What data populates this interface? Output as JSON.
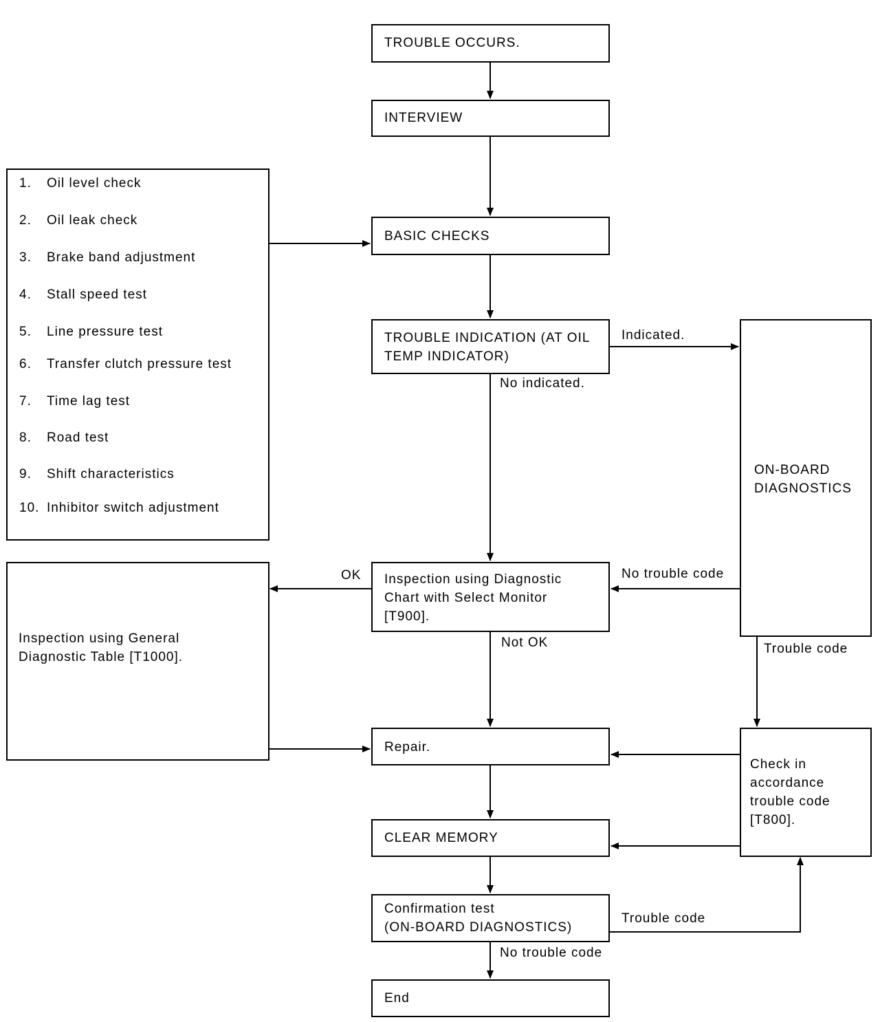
{
  "nodes": {
    "trouble_occurs": "TROUBLE OCCURS.",
    "interview": "INTERVIEW",
    "basic_checks": "BASIC CHECKS",
    "trouble_indication": "TROUBLE INDICATION (AT OIL\nTEMP INDICATOR)",
    "on_board_diagnostics": "ON-BOARD\nDIAGNOSTICS",
    "inspection_diagnostic_chart": "Inspection using Diagnostic\nChart with Select Monitor\n[T900].",
    "inspection_general_table": "Inspection using General\nDiagnostic Table [T1000].",
    "repair": "Repair.",
    "check_trouble_code": "Check in\naccordance\ntrouble code\n[T800].",
    "clear_memory": "CLEAR MEMORY",
    "confirmation_test": "Confirmation test\n(ON-BOARD DIAGNOSTICS)",
    "end": "End"
  },
  "basic_checks_list": [
    {
      "num": "1.",
      "text": "Oil level check"
    },
    {
      "num": "2.",
      "text": "Oil leak check"
    },
    {
      "num": "3.",
      "text": "Brake band adjustment"
    },
    {
      "num": "4.",
      "text": "Stall speed test"
    },
    {
      "num": "5.",
      "text": "Line pressure test"
    },
    {
      "num": "6.",
      "text": "Transfer clutch pressure test"
    },
    {
      "num": "7.",
      "text": "Time lag test"
    },
    {
      "num": "8.",
      "text": "Road test"
    },
    {
      "num": "9.",
      "text": "Shift characteristics"
    },
    {
      "num": "10.",
      "text": "Inhibitor switch adjustment"
    }
  ],
  "edge_labels": {
    "indicated": "Indicated.",
    "no_indicated": "No indicated.",
    "ok": "OK",
    "not_ok": "Not OK",
    "no_trouble_code": "No trouble code",
    "trouble_code": "Trouble code",
    "trouble_code_confirm": "Trouble code",
    "no_trouble_code_end": "No trouble code"
  }
}
